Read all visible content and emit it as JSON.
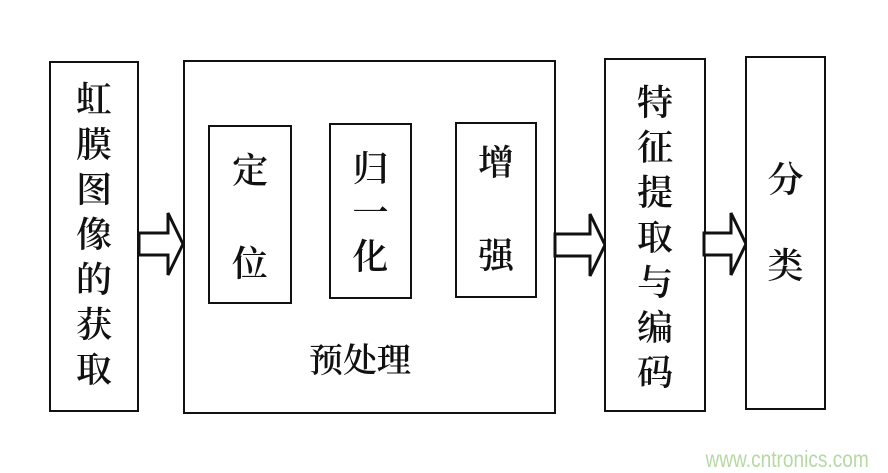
{
  "diagram": {
    "stage_acquisition": {
      "label": "虹膜图像的获取"
    },
    "preprocess": {
      "label": "预处理",
      "steps": [
        {
          "label": "定位"
        },
        {
          "label": "归一化"
        },
        {
          "label": "增强"
        }
      ]
    },
    "stage_feature": {
      "label": "特征提取与编码"
    },
    "stage_classify": {
      "label": "分类"
    }
  },
  "watermark": {
    "text": "www.cntronics.com",
    "color": "#b6d9a4"
  },
  "colors": {
    "line": "#111111",
    "background": "#ffffff",
    "text": "#111111"
  }
}
